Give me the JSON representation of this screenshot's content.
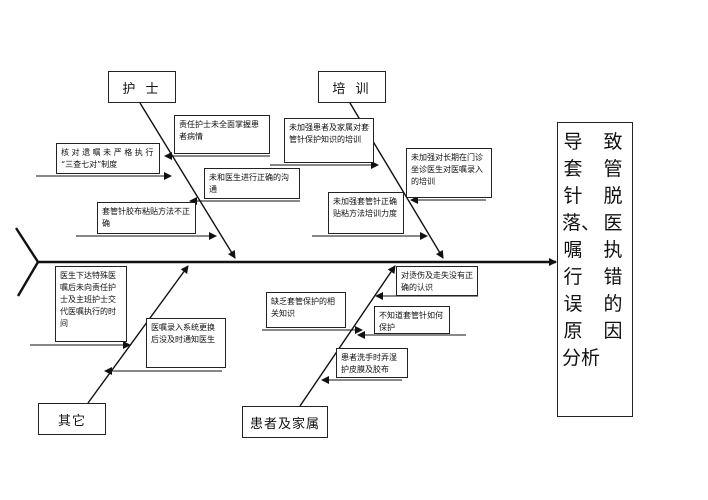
{
  "categories": {
    "nurse": "护 士",
    "training": "培 训",
    "other": "其它",
    "patient": "患者及家属"
  },
  "notes": {
    "nurse_1": "核 对 遗 嘱 未 严 格 执 行 “三查七对”制度",
    "nurse_2": "责任护士未全面掌握患者病情",
    "nurse_3": "未和医生进行正确的沟通",
    "nurse_4": "套管针胶布粘贴方法不正确",
    "training_1": "未加强患者及家属对套管针保护知识的培训",
    "training_2": "未加强对长期在门诊坐诊医生对医嘱录入的培训",
    "training_3": "未加强套管针正确贴粘方法培训力度",
    "other_1": "医生下达特殊医嘱后未向责任护士及主班护士交代医嘱执行的时间",
    "other_2": "医嘱录入系统更换后没及时通知医生",
    "patient_1": "对烫伤及走失没有正确的认识",
    "patient_2": "缺乏套管保护的相关知识",
    "patient_3": "不知道套管针如何保护",
    "patient_4": "患者洗手时弄湿护皮膜及胶布"
  },
  "effect": {
    "col_right": [
      "致",
      "管",
      "脱",
      "医",
      "执",
      "错",
      "的",
      "因"
    ],
    "col_left": [
      "导",
      "套",
      "针",
      "落、",
      "嘱",
      "行",
      "误",
      "原"
    ],
    "tail": "分析"
  }
}
